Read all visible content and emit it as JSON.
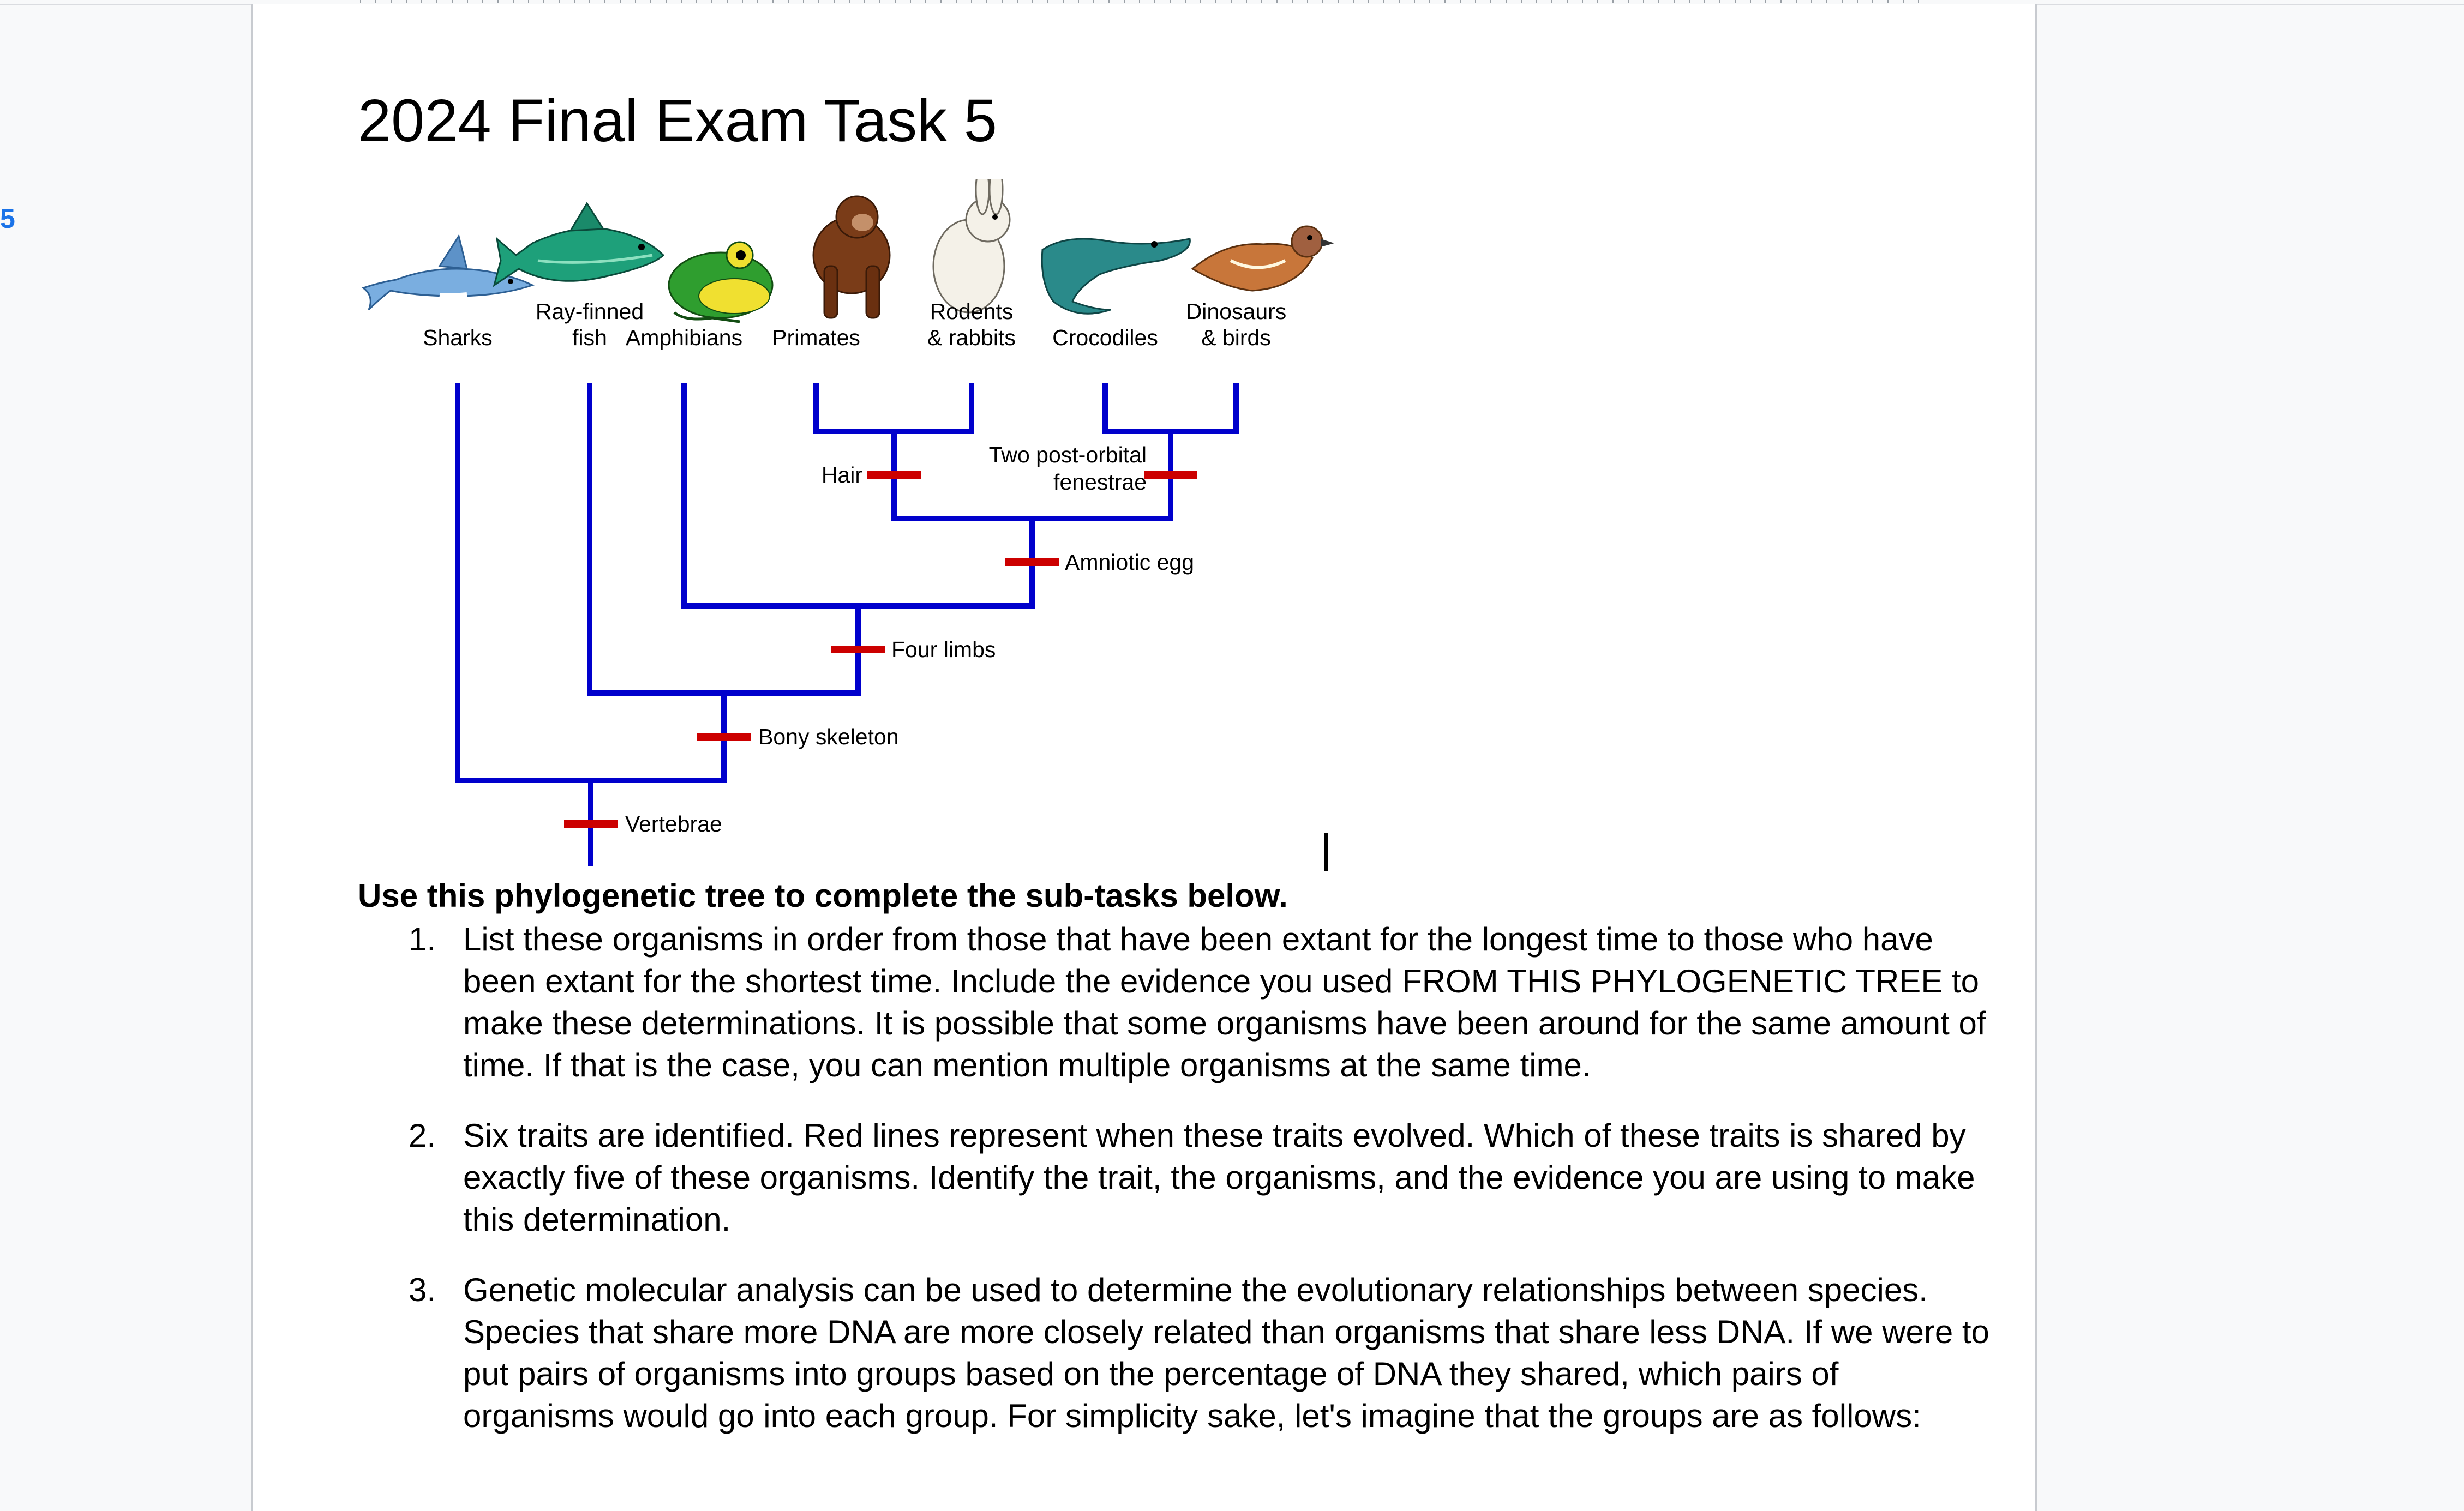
{
  "outline": {
    "number": "5"
  },
  "document": {
    "title": "2024 Final Exam Task 5",
    "intro": "Use this phylogenetic tree to complete the sub-tasks below.",
    "tasks": [
      {
        "num": "1.",
        "text": "List these organisms in order from those that have been extant for the longest time to those who have been extant for the shortest time. Include the evidence you used FROM THIS PHYLOGENETIC TREE to make these determinations. It is possible that some organisms have been around for the same amount of time. If that is the case, you can mention multiple organisms at the same time."
      },
      {
        "num": "2.",
        "text": "Six traits are identified. Red lines represent when these traits evolved. Which of these traits is shared by exactly five of these organisms. Identify the trait, the organisms, and the evidence you are using to make this determination."
      },
      {
        "num": "3.",
        "text": "Genetic molecular analysis can be used to determine the evolutionary relationships between species. Species that share more DNA are more closely related than organisms that share less DNA. If we were to put pairs of organisms into groups based on the percentage of DNA they shared, which pairs of organisms would go into each group. For simplicity sake, let's imagine that the groups are as follows:"
      }
    ]
  },
  "tree": {
    "taxa": [
      {
        "line1": "",
        "line2": "Sharks",
        "icon": "shark-icon"
      },
      {
        "line1": "Ray-finned",
        "line2": "fish",
        "icon": "fish-icon"
      },
      {
        "line1": "",
        "line2": "Amphibians",
        "icon": "frog-icon"
      },
      {
        "line1": "",
        "line2": "Primates",
        "icon": "primate-icon"
      },
      {
        "line1": "Rodents",
        "line2": "& rabbits",
        "icon": "rabbit-icon"
      },
      {
        "line1": "",
        "line2": "Crocodiles",
        "icon": "crocodile-icon"
      },
      {
        "line1": "Dinosaurs",
        "line2": "& birds",
        "icon": "bird-icon"
      }
    ],
    "traits": {
      "vertebrae": "Vertebrae",
      "bony_skeleton": "Bony skeleton",
      "four_limbs": "Four limbs",
      "amniotic_egg": "Amniotic egg",
      "hair": "Hair",
      "post_orbital_1": "Two post-orbital",
      "post_orbital_2": "fenestrae"
    },
    "colors": {
      "branch": "#0000cc",
      "trait_mark": "#cc0000"
    }
  }
}
